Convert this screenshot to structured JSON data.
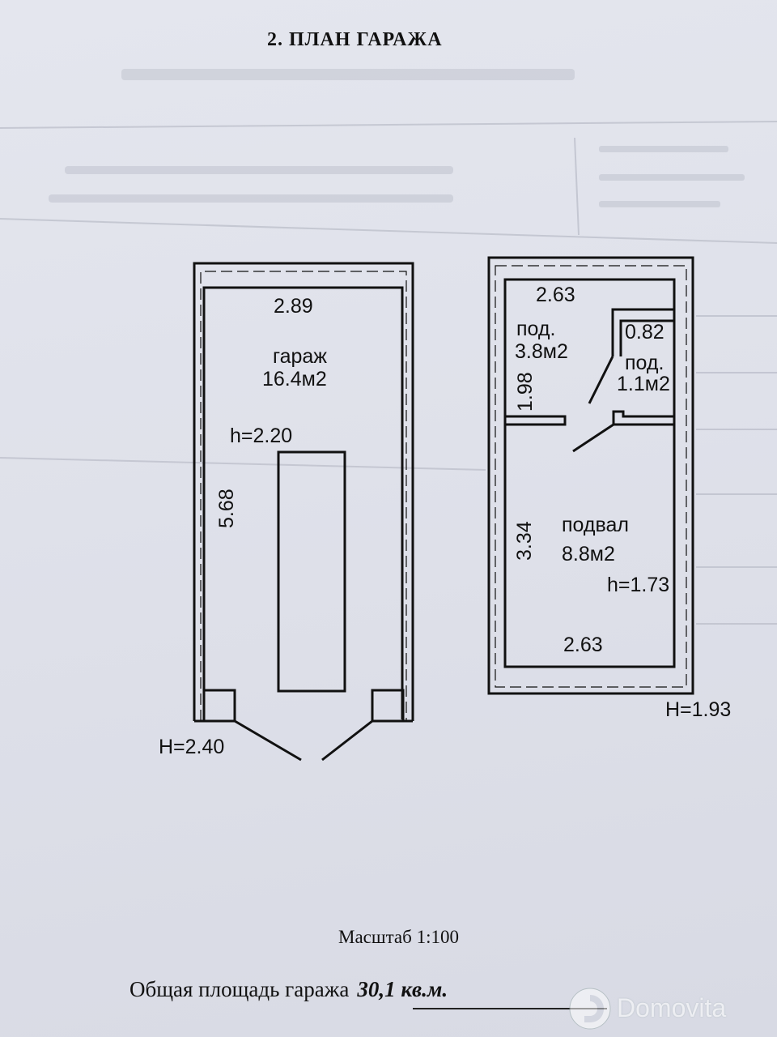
{
  "document": {
    "title": "2. ПЛАН ГАРАЖА",
    "scale": "Масштаб 1:100",
    "total_label": "Общая площадь гаража",
    "total_value": "30,1 кв.м."
  },
  "plan": {
    "garage": {
      "name": "гараж",
      "area": "16.4м2",
      "width": "2.89",
      "length": "5.68",
      "inner_height": "h=2.20",
      "outer_height": "H=2.40"
    },
    "basement": {
      "pantry_width": "2.63",
      "pantry_name": "под.",
      "pantry_area": "3.8м2",
      "pantry_depth": "1.98",
      "small_width": "0.82",
      "small_name": "под.",
      "small_area": "1.1м2",
      "cellar_name": "подвал",
      "cellar_area": "8.8м2",
      "cellar_depth": "3.34",
      "cellar_height": "h=1.73",
      "cellar_width": "2.63",
      "outer_height": "H=1.93"
    }
  },
  "watermark": {
    "text": "Domovita",
    "logo": "domovita-logo-icon"
  },
  "colors": {
    "paper": "#e2e4ec",
    "ink": "#111111",
    "ghost": "#b9bcc8"
  }
}
